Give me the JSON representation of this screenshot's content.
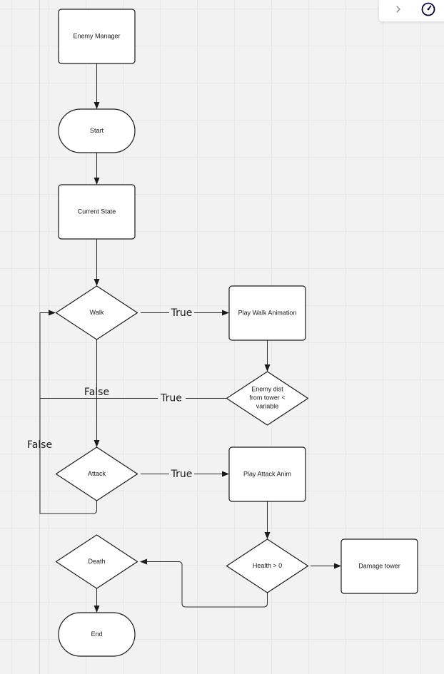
{
  "toolbar": {
    "chevron_icon": "chevron-right-icon",
    "timer_icon": "timer-icon",
    "accent_color": "#050038"
  },
  "flowchart": {
    "nodes": {
      "enemy_manager": "Enemy Manager",
      "start": "Start",
      "current_state": "Current State",
      "walk": "Walk",
      "play_walk": "Play Walk Animation",
      "enemy_dist": [
        "Enemy dist",
        "from tower <",
        "variable"
      ],
      "attack": "Attack",
      "play_attack": "Play Attack Anim",
      "health": "Health > 0",
      "damage_tower": "Damage tower",
      "death": "Death",
      "end": "End"
    },
    "edge_labels": {
      "walk_true": "True",
      "walk_false": "False",
      "dist_true": "True",
      "attack_false": "False",
      "attack_true": "True"
    }
  }
}
